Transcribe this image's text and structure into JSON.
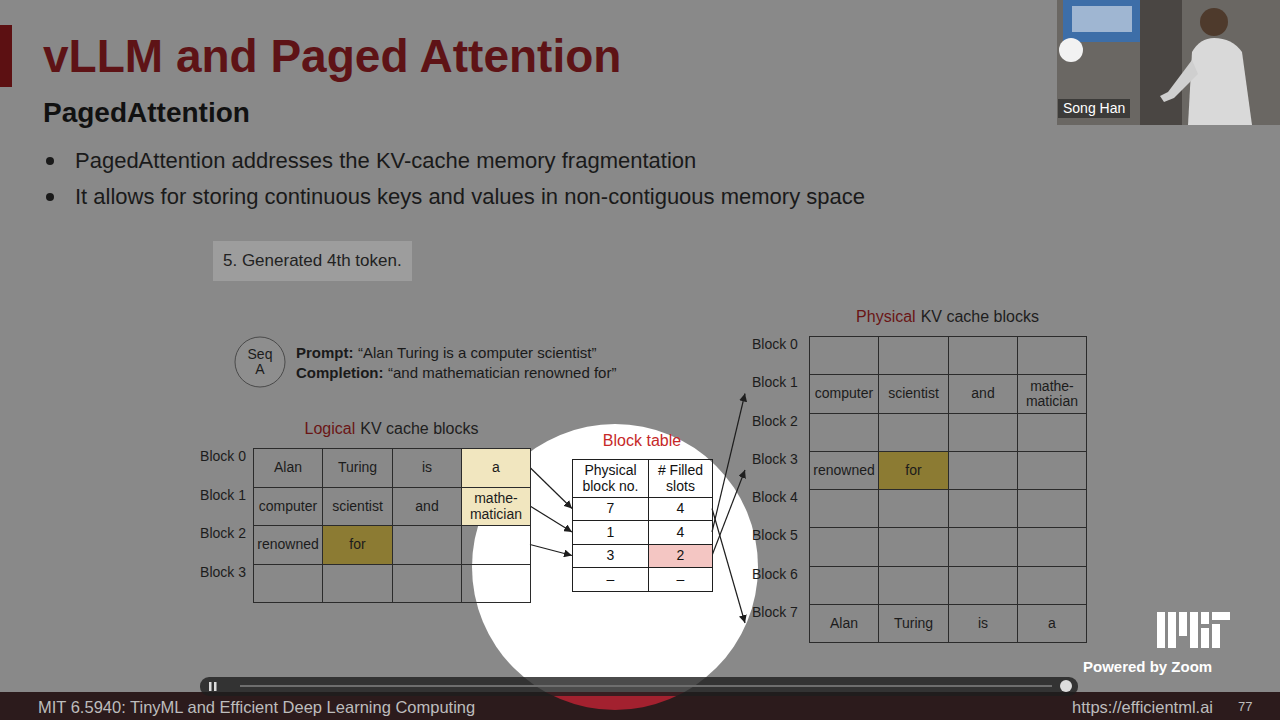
{
  "diagram": {
    "title": "vLLM and Paged Attention",
    "nodes": [
      {
        "text": [
          "5. Generated 4th token."
        ]
      },
      {
        "text": [
          "Seq A"
        ]
      },
      {
        "text": [
          "Logical",
          "KV cache blocks"
        ]
      },
      {
        "text": [
          "Block 0",
          "Alan",
          "Turing",
          "is",
          "a"
        ],
        "in": 2
      },
      {
        "text": [
          "Block 1",
          "computer",
          "scientist",
          "and",
          "mathe- matician"
        ],
        "in": 2
      },
      {
        "text": [
          "Block 2",
          "renowned",
          "for"
        ],
        "in": 2
      },
      {
        "text": [
          "Block 3"
        ],
        "in": 2
      },
      {
        "text": [
          "Block table"
        ]
      },
      {
        "text": [
          "Physical block no.",
          "# Filled slots"
        ],
        "in": 7
      },
      {
        "text": [
          "7",
          "4"
        ],
        "in": 7
      },
      {
        "text": [
          "1",
          "4"
        ],
        "in": 7
      },
      {
        "text": [
          "3",
          "2"
        ],
        "in": 7
      },
      {
        "text": [
          "–",
          "–"
        ],
        "in": 7
      },
      {
        "text": [
          "Physical",
          "KV cache blocks"
        ]
      },
      {
        "text": [
          "Block 0"
        ],
        "in": 13
      },
      {
        "text": [
          "Block 1",
          "computer",
          "scientist",
          "and",
          "mathe- matician"
        ],
        "in": 13
      },
      {
        "text": [
          "Block 2"
        ],
        "in": 13
      },
      {
        "text": [
          "Block 3",
          "renowned",
          "for"
        ],
        "in": 13
      },
      {
        "text": [
          "Block 4"
        ],
        "in": 13
      },
      {
        "text": [
          "Block 5"
        ],
        "in": 13
      },
      {
        "text": [
          "Block 6"
        ],
        "in": 13
      },
      {
        "text": [
          "Block 7",
          "Alan",
          "Turing",
          "is",
          "a"
        ],
        "in": 13
      }
    ],
    "edges": [
      {
        "from": 3,
        "to": 9,
        "arrow": "to"
      },
      {
        "from": 4,
        "to": 10,
        "arrow": "to"
      },
      {
        "from": 5,
        "to": 11,
        "arrow": "to"
      },
      {
        "from": 9,
        "to": 21,
        "arrow": "to"
      },
      {
        "from": 10,
        "to": 15,
        "arrow": "to"
      },
      {
        "from": 11,
        "to": 17,
        "arrow": "to"
      }
    ],
    "labels": [
      "PagedAttention",
      "PagedAttention addresses the KV-cache memory fragmentation",
      "It allows for storing continuous keys and values in non-contiguous memory space",
      "Prompt:",
      "“Alan Turing is a computer scientist”",
      "Completion:",
      "“and mathematician renowned for”",
      "Song Han",
      "Powered by Zoom",
      "MIT 6.5940: TinyML and Efficient Deep Learning Computing",
      "https://efficientml.ai",
      "77"
    ]
  }
}
